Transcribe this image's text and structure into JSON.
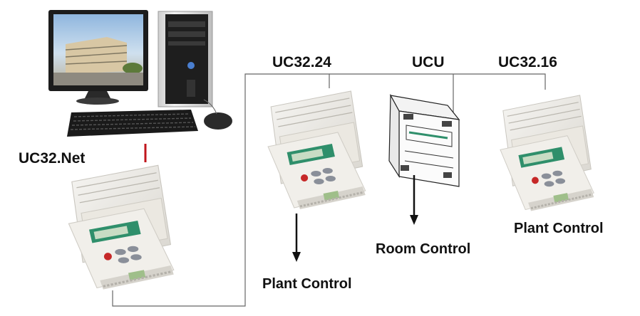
{
  "labels": {
    "pc_controller": "UC32.Net",
    "controller_24": "UC32.24",
    "room_unit": "UCU",
    "controller_16": "UC32.16",
    "plant_control_24": "Plant Control",
    "room_control": "Room Control",
    "plant_control_16": "Plant Control"
  },
  "colors": {
    "line": "#666666",
    "link_red": "#c0161c",
    "arrow": "#111111",
    "device_body": "#e6e3dc",
    "device_shell": "#f4f2ee",
    "display_green": "#2f8f6b",
    "lcd": "#c8dcc4",
    "keys": "#8a8f99",
    "red_key": "#c62828",
    "terminals": "#9fbf8a",
    "monitor_frame": "#1c1c1c",
    "tower": "#e4e4e4"
  },
  "icons": {
    "pc": "desktop-computer-icon",
    "controller": "plc-controller-icon",
    "room_unit": "room-control-unit-icon"
  }
}
